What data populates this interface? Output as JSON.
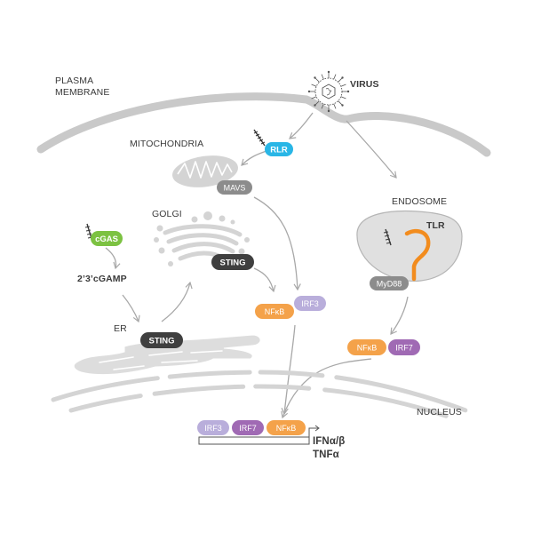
{
  "labels": {
    "plasma_membrane": [
      "PLASMA",
      "MEMBRANE"
    ],
    "virus": "VIRUS",
    "mitochondria": "MITOCHONDRIA",
    "golgi": "GOLGI",
    "endosome": "ENDOSOME",
    "er": "ER",
    "nucleus": "NUCLEUS",
    "cgamp": "2’3’cGAMP",
    "ifn": "IFNα/β",
    "tnf": "TNFα"
  },
  "pills": {
    "rlr": "RLR",
    "mavs": "MAVS",
    "cgas": "cGAS",
    "sting_golgi": "STING",
    "sting_er": "STING",
    "tlr": "TLR",
    "myd88": "MyD88",
    "nfkb_mid": "NFκB",
    "irf3_mid": "IRF3",
    "nfkb_right": "NFκB",
    "irf7_right": "IRF7",
    "irf3_nuc": "IRF3",
    "irf7_nuc": "IRF7",
    "nfkb_nuc": "NFκB"
  },
  "colors": {
    "membrane": "#c9c9c9",
    "organelle": "#d4d4d4",
    "arrow": "#a8a8a8",
    "rlr": "#29b6e6",
    "mavs": "#8c8c8c",
    "cgas": "#7cc242",
    "sting": "#3f3f3f",
    "myd88": "#8c8c8c",
    "nfkb": "#f4a24a",
    "irf3": "#b9aedb",
    "irf7": "#a06ab4",
    "tlr": "#f28c1e"
  },
  "icons": [
    "virus-icon",
    "rna-strand-icon",
    "mitochondrion-icon",
    "golgi-icon",
    "endosome-icon",
    "er-icon",
    "promoter-arrow-icon"
  ]
}
